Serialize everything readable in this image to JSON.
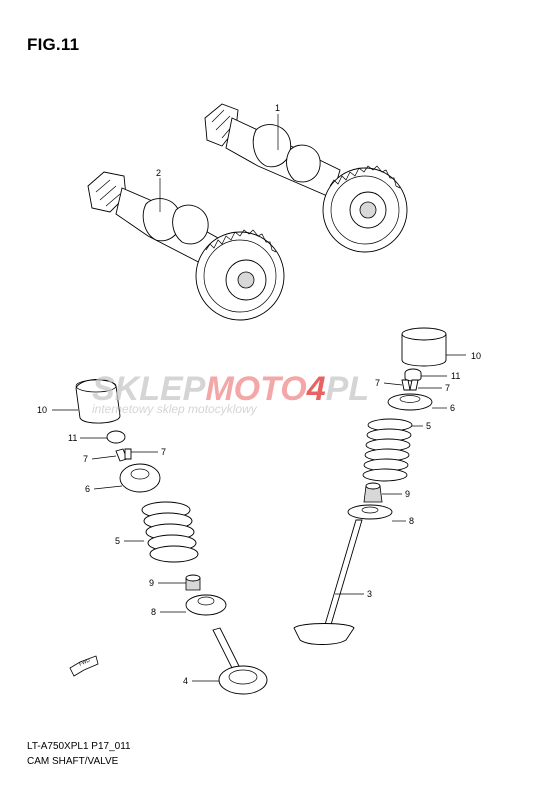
{
  "figure": {
    "title": "FIG.11",
    "code": "LT-A750XPL1 P17_011",
    "name": "CAM SHAFT/VALVE"
  },
  "watermark": {
    "brand_left": "SKLEP",
    "brand_mid": "MOTO",
    "brand_right": "4",
    "brand_end": "PL",
    "tagline": "internetowy sklep motocyklowy",
    "colors": {
      "left": "#c8c8c8",
      "mid": "#f08a8a",
      "right": "#e03030"
    }
  },
  "fwd_badge": {
    "label": "FWD",
    "icon": "arrow-icon"
  },
  "callouts": [
    {
      "id": "c1",
      "label": "1"
    },
    {
      "id": "c2",
      "label": "2"
    },
    {
      "id": "c10r",
      "label": "10"
    },
    {
      "id": "c11r",
      "label": "11"
    },
    {
      "id": "c7r1",
      "label": "7"
    },
    {
      "id": "c7r2",
      "label": "7"
    },
    {
      "id": "c6r",
      "label": "6"
    },
    {
      "id": "c5r",
      "label": "5"
    },
    {
      "id": "c9r",
      "label": "9"
    },
    {
      "id": "c8r",
      "label": "8"
    },
    {
      "id": "c3",
      "label": "3"
    },
    {
      "id": "c10l",
      "label": "10"
    },
    {
      "id": "c11l",
      "label": "11"
    },
    {
      "id": "c7l1",
      "label": "7"
    },
    {
      "id": "c7l2",
      "label": "7"
    },
    {
      "id": "c6l",
      "label": "6"
    },
    {
      "id": "c5l",
      "label": "5"
    },
    {
      "id": "c9l",
      "label": "9"
    },
    {
      "id": "c8l",
      "label": "8"
    },
    {
      "id": "c4",
      "label": "4"
    }
  ]
}
